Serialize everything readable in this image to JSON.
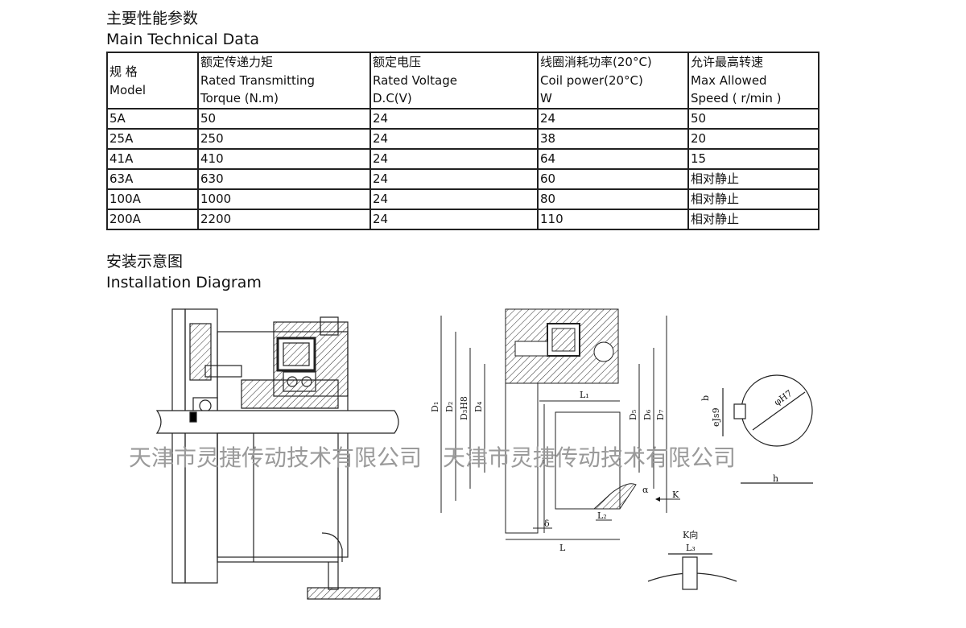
{
  "titles": {
    "main_cn": "主要性能参数",
    "main_en": "Main Technical Data",
    "install_cn": "安装示意图",
    "install_en": "Installation Diagram"
  },
  "table": {
    "headers": [
      [
        "规 格",
        "Model"
      ],
      [
        "额定传递力矩",
        "Rated Transmitting",
        "Torque (N.m)"
      ],
      [
        "额定电压",
        "Rated Voltage",
        "D.C(V)"
      ],
      [
        "线圈消耗功率(20°C)",
        "Coil power(20°C)",
        "W"
      ],
      [
        "允许最高转速",
        "Max Allowed",
        "Speed ( r/min )"
      ]
    ],
    "rows": [
      [
        "5A",
        "50",
        "24",
        "24",
        "50"
      ],
      [
        "25A",
        "250",
        "24",
        "38",
        "20"
      ],
      [
        "41A",
        "410",
        "24",
        "64",
        "15"
      ],
      [
        "63A",
        "630",
        "24",
        "60",
        "相对静止"
      ],
      [
        "100A",
        "1000",
        "24",
        "80",
        "相对静止"
      ],
      [
        "200A",
        "2200",
        "24",
        "110",
        "相对静止"
      ]
    ]
  },
  "diagram": {
    "watermark_left": "天津市灵捷传动技术有限公司",
    "watermark_right": "天津市灵捷传动技术有限公司",
    "labels": {
      "D1": "D₁",
      "D2": "D₂",
      "D3H8": "D₃H8",
      "D4": "D₄",
      "D5": "D₅",
      "D6": "D₆",
      "D7": "D₇",
      "L1": "L₁",
      "L": "L",
      "L2": "L₂",
      "L3": "L₃",
      "delta": "δ",
      "alpha": "α",
      "K": "K",
      "k_view": "K向",
      "phiH7": "φH7",
      "eJs9": "eJs9",
      "b": "b",
      "h": "h"
    }
  }
}
